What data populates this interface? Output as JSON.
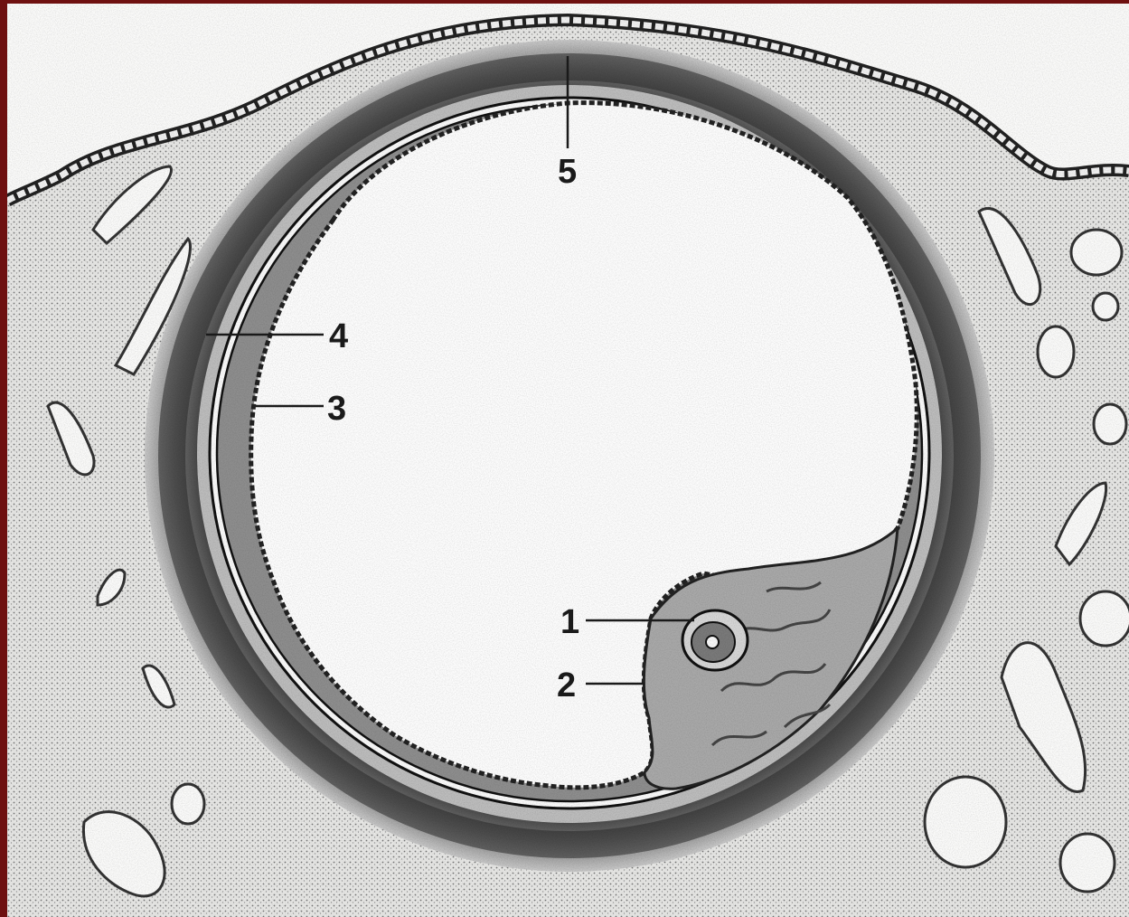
{
  "figure": {
    "labels": [
      {
        "id": "1",
        "text": "1"
      },
      {
        "id": "2",
        "text": "2"
      },
      {
        "id": "3",
        "text": "3"
      },
      {
        "id": "4",
        "text": "4"
      },
      {
        "id": "5",
        "text": "5"
      }
    ]
  },
  "colors": {
    "frame": "#6e1010",
    "paper": "#f4f4f2",
    "ink": "#1a1a1a"
  }
}
